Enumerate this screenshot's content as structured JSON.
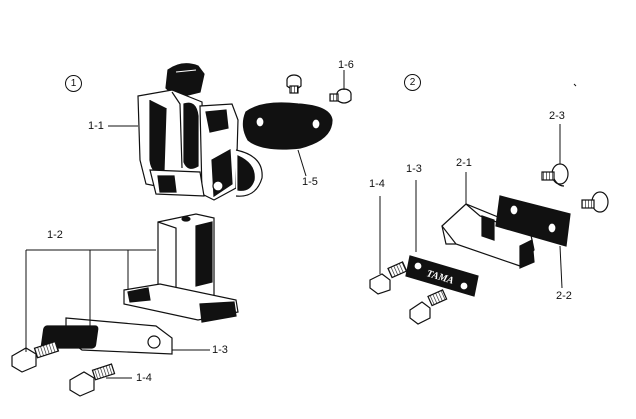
{
  "groups": [
    {
      "id": "group-1",
      "number": "1"
    },
    {
      "id": "group-2",
      "number": "2"
    }
  ],
  "labels": {
    "g1_1_1": "1-1",
    "g1_1_2": "1-2",
    "g1_1_3": "1-3",
    "g1_1_4": "1-4",
    "g1_1_5": "1-5",
    "g1_1_6": "1-6",
    "g2_1_3": "1-3",
    "g2_1_4": "1-4",
    "g2_2_1": "2-1",
    "g2_2_2": "2-2",
    "g2_2_3": "2-3"
  },
  "brand_text": "TAMA"
}
